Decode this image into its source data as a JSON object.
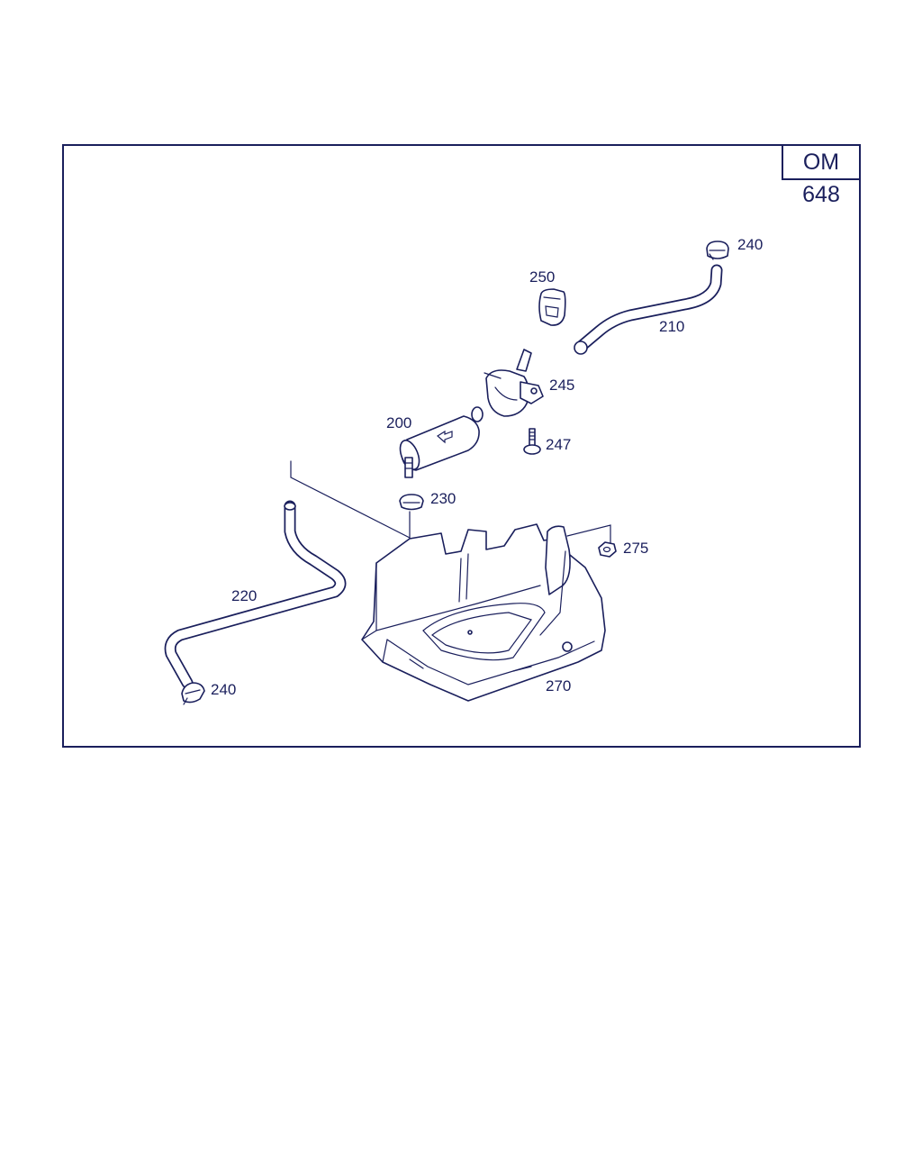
{
  "diagram": {
    "model_code": "OM 648",
    "colors": {
      "line": "#1a1f5c",
      "background": "#ffffff"
    },
    "callouts": {
      "p200": "200",
      "p210": "210",
      "p220": "220",
      "p230": "230",
      "p240_top": "240",
      "p240_bottom": "240",
      "p245": "245",
      "p247": "247",
      "p250": "250",
      "p270": "270",
      "p275": "275"
    }
  }
}
